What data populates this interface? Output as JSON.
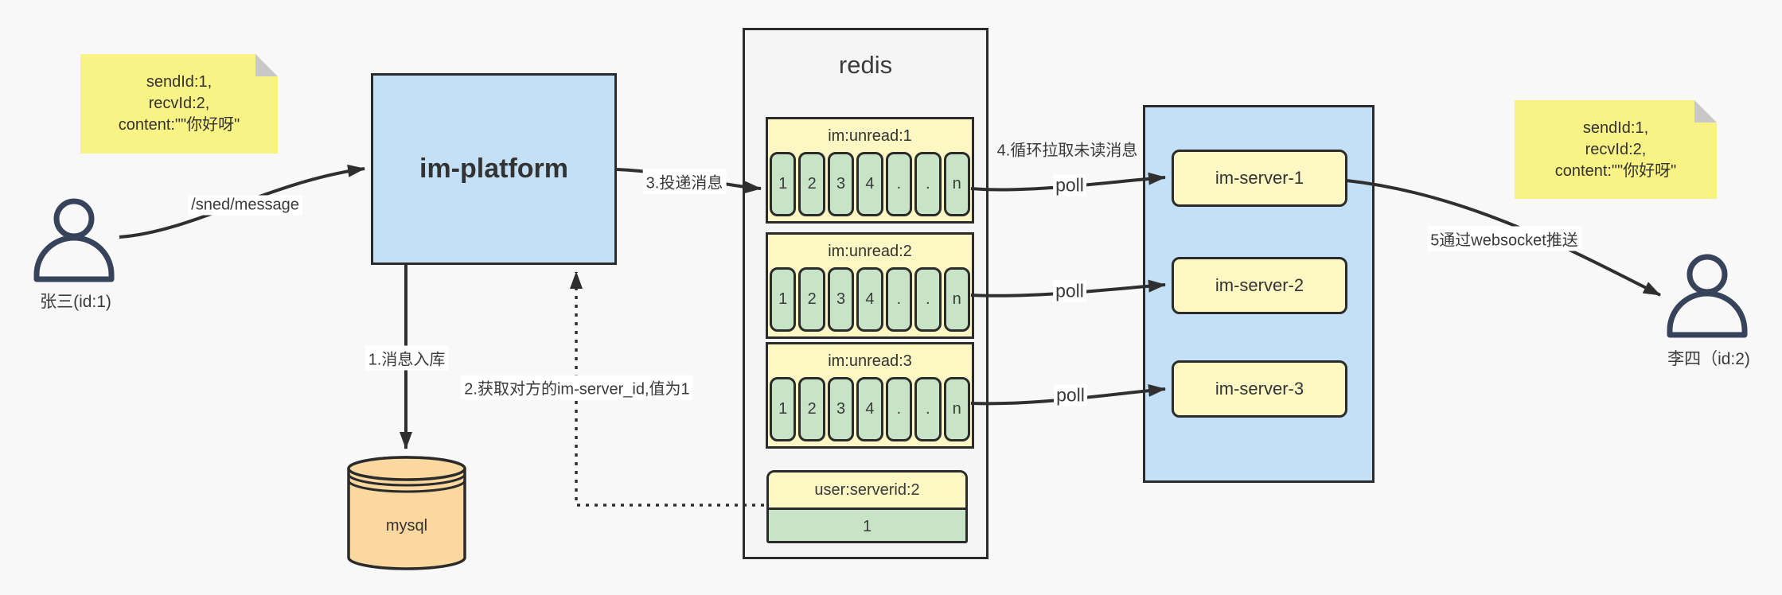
{
  "colors": {
    "background": "#f8f8f8",
    "note_yellow": "#f9f284",
    "node_blue": "#c3e0f7",
    "panel_gray": "#f5f5f5",
    "queue_yellow": "#fcf7c3",
    "cell_green": "#c7e4c6",
    "db_orange": "#fad8a0",
    "line_dark": "#2f2f2f",
    "person_navy": "#36435a"
  },
  "notes": {
    "left": {
      "line1": "sendId:1,",
      "line2": "recvId:2,",
      "line3": "content:\"\"你好呀\""
    },
    "right": {
      "line1": "sendId:1,",
      "line2": "recvId:2,",
      "line3": "content:\"\"你好呀\""
    }
  },
  "actors": {
    "sender": {
      "label": "张三(id:1)"
    },
    "receiver": {
      "label": "李四（id:2)"
    }
  },
  "platform": {
    "label": "im-platform"
  },
  "database": {
    "label": "mysql"
  },
  "redis": {
    "title": "redis",
    "queues": [
      {
        "header": "im:unread:1",
        "cells": [
          "1",
          "2",
          "3",
          "4",
          ".",
          ".",
          "n"
        ]
      },
      {
        "header": "im:unread:2",
        "cells": [
          "1",
          "2",
          "3",
          "4",
          ".",
          ".",
          "n"
        ]
      },
      {
        "header": "im:unread:3",
        "cells": [
          "1",
          "2",
          "3",
          "4",
          ".",
          ".",
          "n"
        ]
      }
    ],
    "kv": {
      "header": "user:serverid:2",
      "value": "1"
    }
  },
  "servers": [
    {
      "label": "im-server-1"
    },
    {
      "label": "im-server-2"
    },
    {
      "label": "im-server-3"
    }
  ],
  "edges": {
    "send_api": "/sned/message",
    "step1": "1.消息入库",
    "step2": "2.获取对方的im-server_id,值为1",
    "step3": "3.投递消息",
    "step4": "4.循环拉取未读消息",
    "step5": "5通过websocket推送",
    "poll1": "poll",
    "poll2": "poll",
    "poll3": "poll"
  }
}
